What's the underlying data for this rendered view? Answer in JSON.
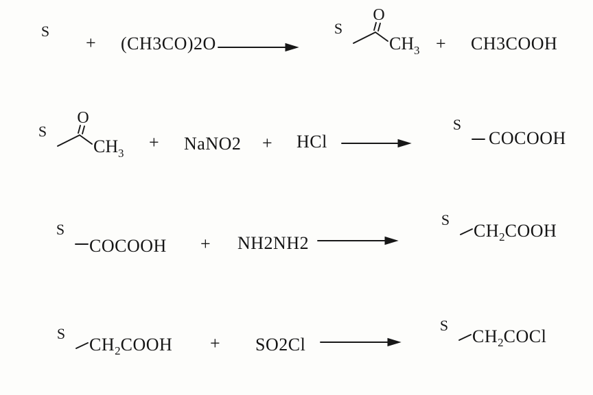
{
  "page": {
    "background": "#fdfdfb",
    "ink": "#171717"
  },
  "atoms": {
    "sulfur": "S",
    "oxygen": "O"
  },
  "operators": {
    "plus": "+"
  },
  "reactions": [
    {
      "reagent": "(CH3CO)2O",
      "acetyl_methyl": {
        "pre": "CH",
        "sub": "3"
      },
      "byproduct": "CH3COOH"
    },
    {
      "acetyl_methyl": {
        "pre": "CH",
        "sub": "3"
      },
      "reagent_1": "NaNO2",
      "reagent_2": "HCl",
      "product_substituent": {
        "pre": "COCOOH",
        "sub": "",
        "post": ""
      }
    },
    {
      "reactant_substituent": {
        "pre": "COCOOH",
        "sub": "",
        "post": ""
      },
      "reagent": "NH2NH2",
      "product_substituent": {
        "pre": "CH",
        "sub": "2",
        "post": "COOH"
      }
    },
    {
      "reactant_substituent": {
        "pre": "CH",
        "sub": "2",
        "post": "COOH"
      },
      "reagent": "SO2Cl",
      "product_substituent": {
        "pre": "CH",
        "sub": "2",
        "post": "COCl"
      }
    }
  ]
}
